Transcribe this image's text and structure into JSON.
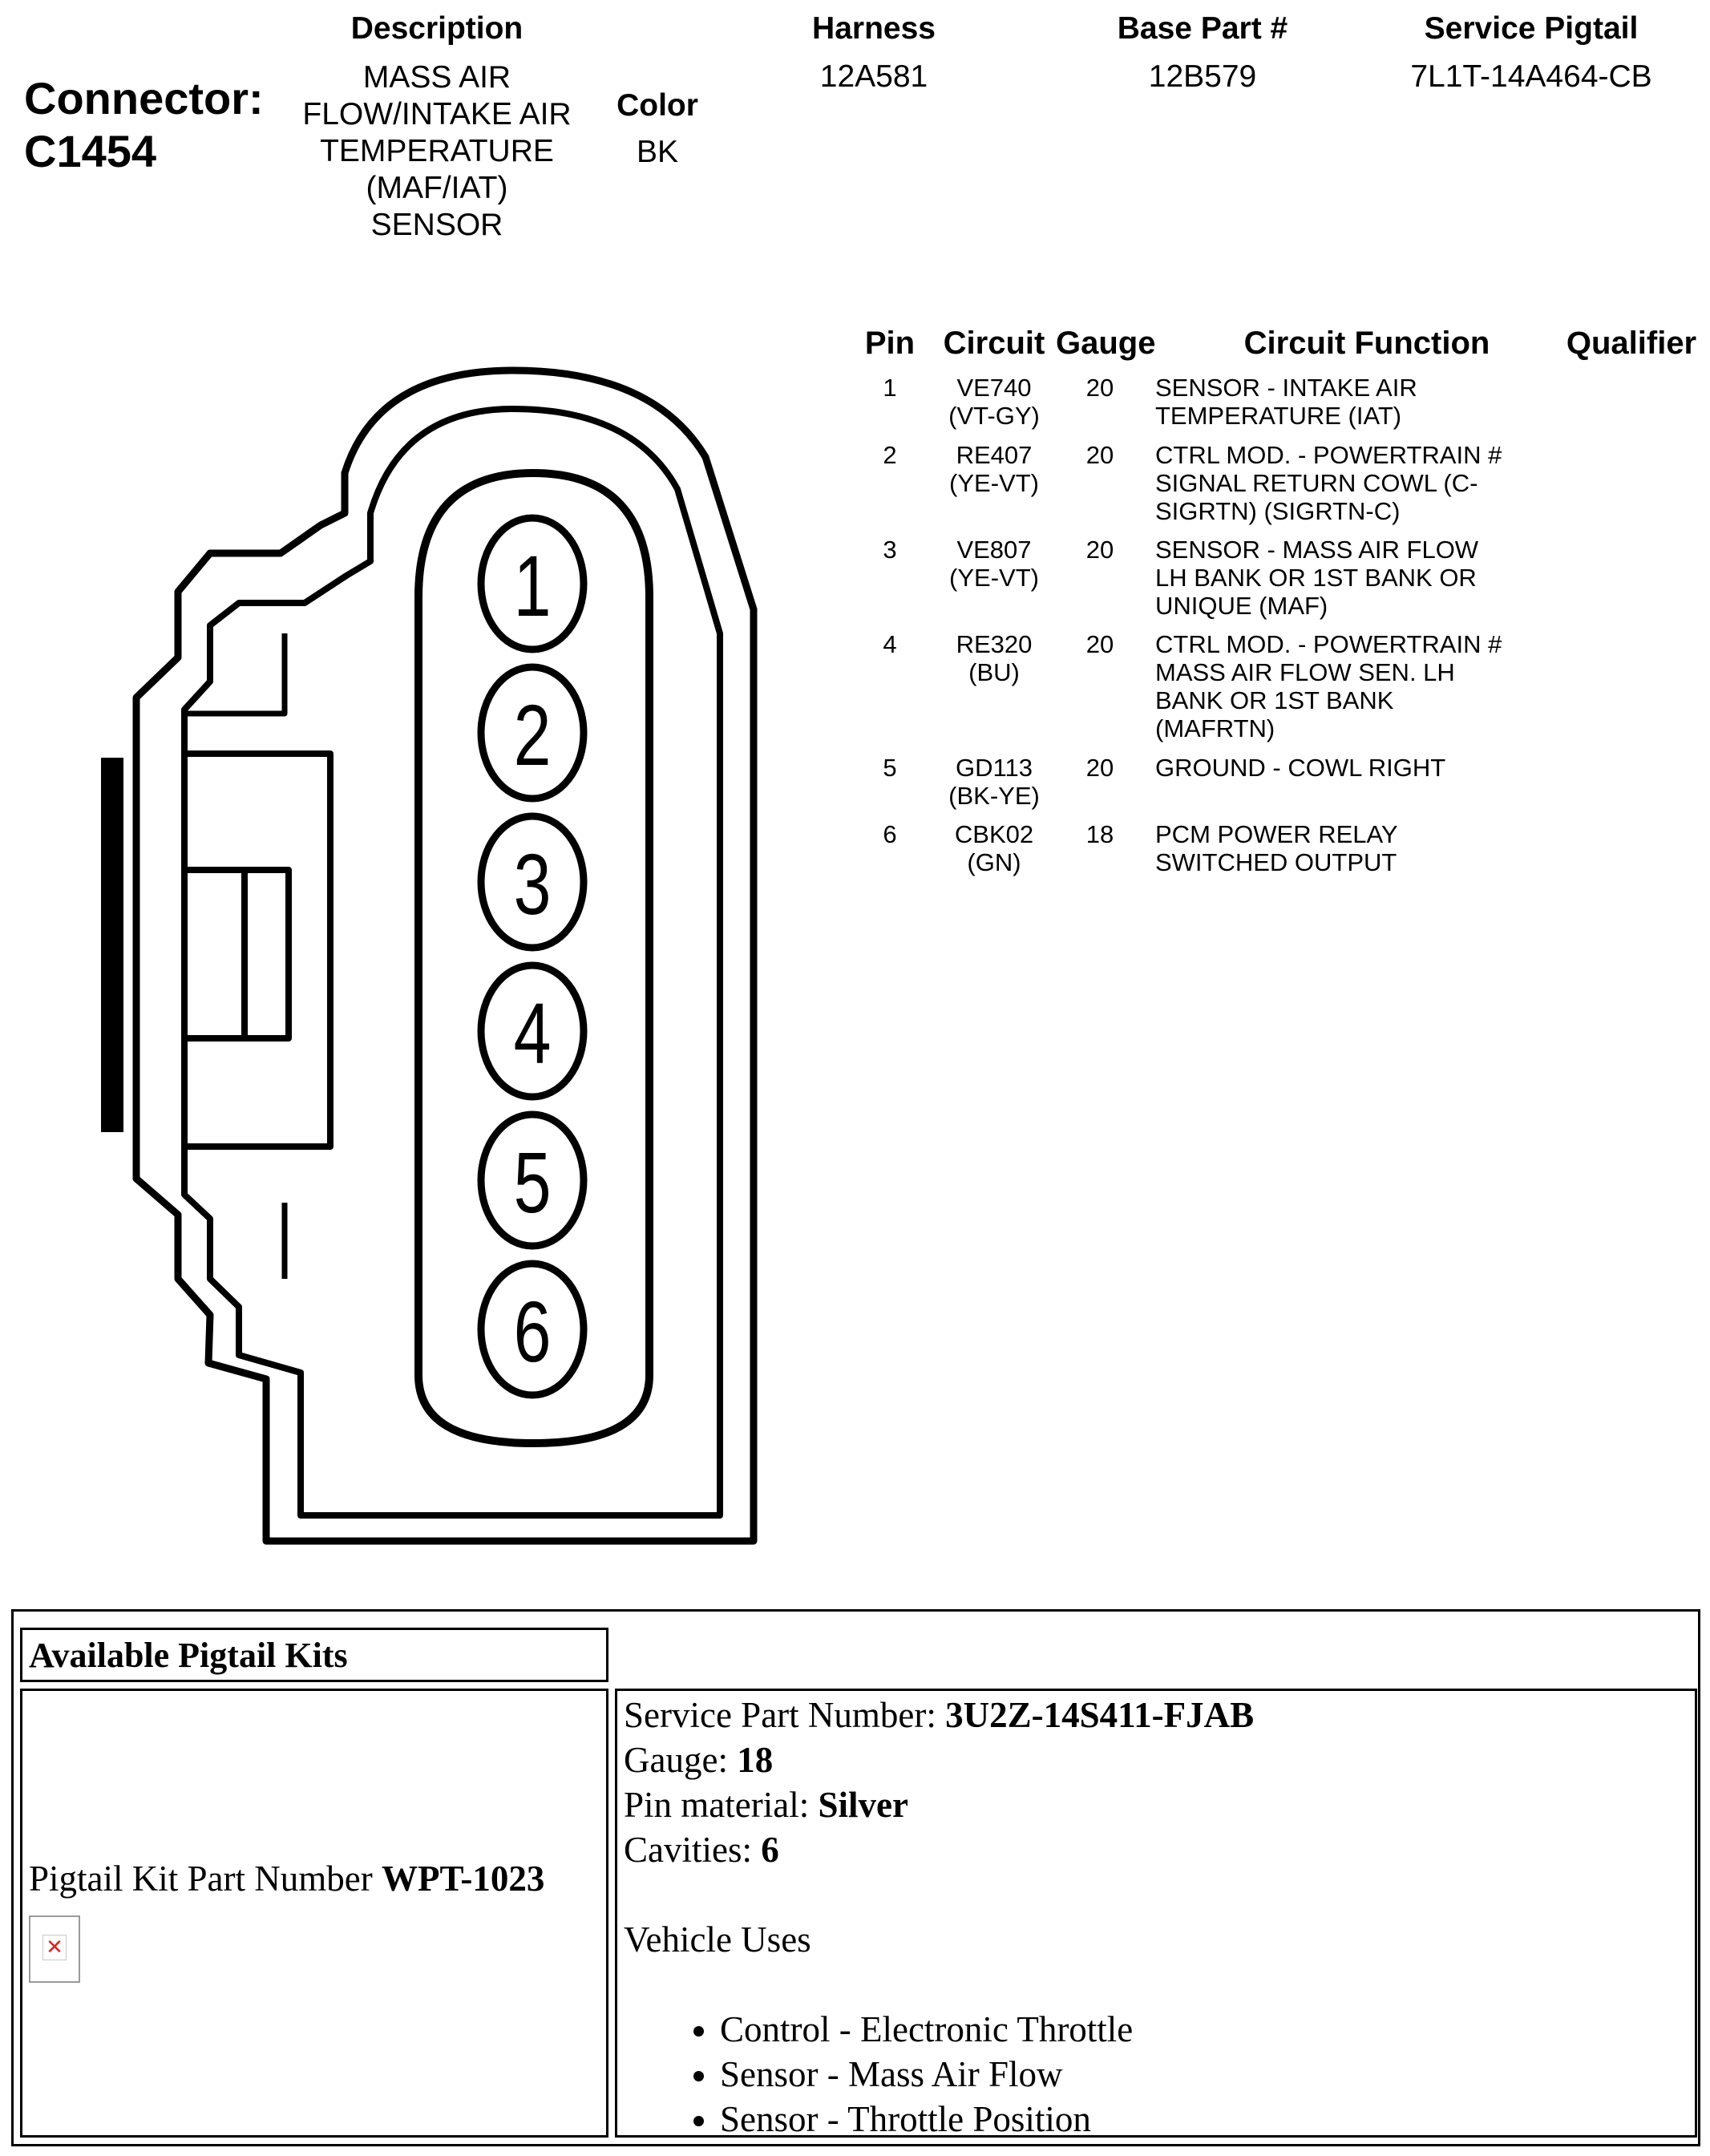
{
  "header": {
    "columns": [
      "Description",
      "Harness",
      "Base Part #",
      "Service Pigtail"
    ],
    "connector_label": "Connector:",
    "connector_id": "C1454",
    "description_lines": [
      "MASS AIR",
      "FLOW/INTAKE AIR",
      "TEMPERATURE",
      "(MAF/IAT)",
      "SENSOR"
    ],
    "color_label": "Color",
    "color_value": "BK",
    "harness": "12A581",
    "base_part": "12B579",
    "service_pigtail": "7L1T-14A464-CB"
  },
  "pin_table": {
    "headers": {
      "pin": "Pin",
      "circuit": "Circuit",
      "gauge": "Gauge",
      "function": "Circuit Function",
      "qualifier": "Qualifier"
    },
    "rows": [
      {
        "pin": "1",
        "circuit": "VE740",
        "color": "(VT-GY)",
        "gauge": "20",
        "function": [
          "SENSOR - INTAKE AIR",
          "TEMPERATURE (IAT)"
        ]
      },
      {
        "pin": "2",
        "circuit": "RE407",
        "color": "(YE-VT)",
        "gauge": "20",
        "function": [
          "CTRL MOD. - POWERTRAIN #",
          "SIGNAL RETURN COWL (C-",
          "SIGRTN) (SIGRTN-C)"
        ]
      },
      {
        "pin": "3",
        "circuit": "VE807",
        "color": "(YE-VT)",
        "gauge": "20",
        "function": [
          "SENSOR - MASS AIR FLOW",
          "LH BANK OR 1ST BANK OR",
          "UNIQUE (MAF)"
        ]
      },
      {
        "pin": "4",
        "circuit": "RE320",
        "color": "(BU)",
        "gauge": "20",
        "function": [
          "CTRL MOD. - POWERTRAIN #",
          "MASS AIR FLOW SEN. LH",
          "BANK OR 1ST BANK",
          "(MAFRTN)"
        ]
      },
      {
        "pin": "5",
        "circuit": "GD113",
        "color": "(BK-YE)",
        "gauge": "20",
        "function": [
          "GROUND - COWL RIGHT"
        ]
      },
      {
        "pin": "6",
        "circuit": "CBK02",
        "color": "(GN)",
        "gauge": "18",
        "function": [
          "PCM POWER RELAY",
          "SWITCHED OUTPUT"
        ]
      }
    ]
  },
  "diagram": {
    "pin_numbers": [
      "1",
      "2",
      "3",
      "4",
      "5",
      "6"
    ]
  },
  "kits": {
    "title": "Available Pigtail Kits",
    "kit_label": "Pigtail Kit Part Number",
    "kit_number": "WPT-1023",
    "service_part_label": "Service Part Number:",
    "service_part_value": "3U2Z-14S411-FJAB",
    "gauge_label": "Gauge:",
    "gauge_value": "18",
    "pin_material_label": "Pin material:",
    "pin_material_value": "Silver",
    "cavities_label": "Cavities:",
    "cavities_value": "6",
    "vehicle_uses_label": "Vehicle Uses",
    "vehicle_uses": [
      "Control - Electronic Throttle",
      "Sensor - Mass Air Flow",
      "Sensor - Throttle Position"
    ]
  }
}
